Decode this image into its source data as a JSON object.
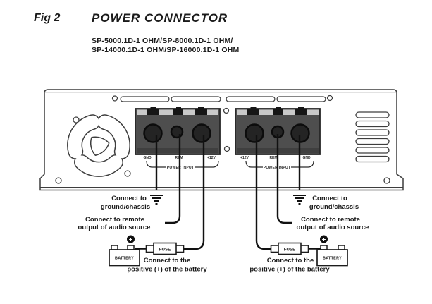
{
  "figure": {
    "label": "Fig 2",
    "title": "POWER CONNECTOR",
    "models_line1": "SP-5000.1D-1 OHM/SP-8000.1D-1 OHM/",
    "models_line2": "SP-14000.1D-1 OHM/SP-16000.1D-1 OHM"
  },
  "panel": {
    "left_block": {
      "labels": [
        "GND",
        "REM",
        "+12V"
      ],
      "group": "POWER INPUT"
    },
    "right_block": {
      "labels": [
        "+12V",
        "REM",
        "GND"
      ],
      "group": "POWER INPUT"
    }
  },
  "callouts": {
    "ground": {
      "line1": "Connect to",
      "line2": "ground/chassis"
    },
    "remote": {
      "line1": "Connect to remote",
      "line2": "output of audio source"
    },
    "battery": {
      "line1": "Connect to the",
      "line2": "positive (+) of the battery"
    },
    "fuse": "FUSE",
    "battery_box": "BATTERY",
    "plus": "+"
  },
  "colors": {
    "outline": "#3d3d3d",
    "wire": "#111111",
    "block_face": "#4e4e4e",
    "block_strip": "#c9c9c9",
    "terminal": "#242424",
    "text": "#1a1a1a",
    "background": "#ffffff"
  }
}
